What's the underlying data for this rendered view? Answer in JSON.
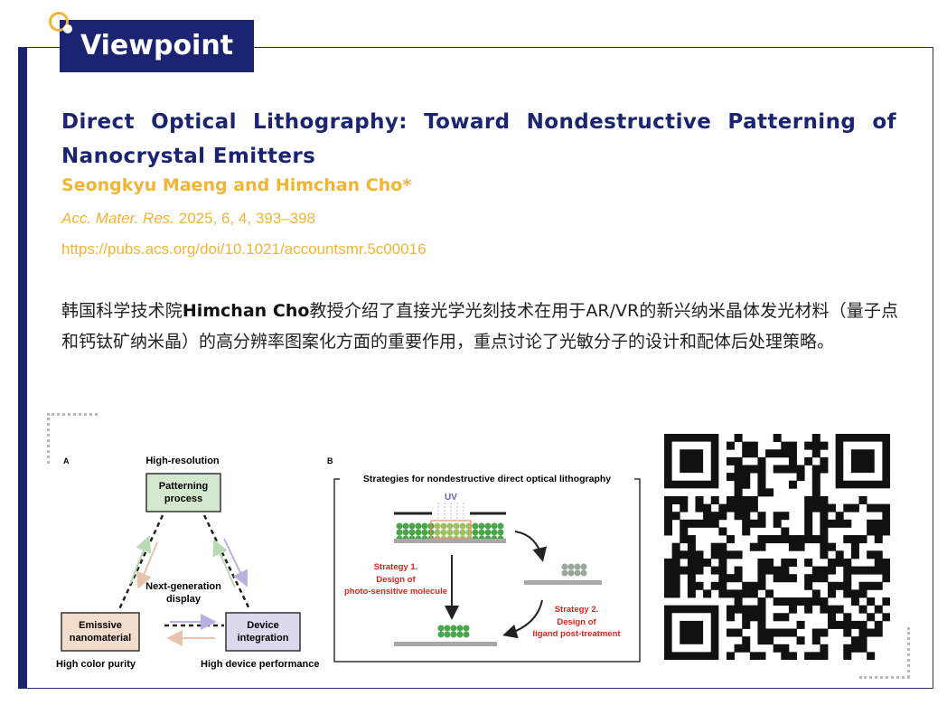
{
  "header": {
    "tag_label": "Viewpoint"
  },
  "article": {
    "title": "Direct Optical Lithography: Toward Nondestructive Patterning of Nanocrystal Emitters",
    "authors": "Seongkyu Maeng and Himchan Cho*",
    "journal": "Acc. Mater. Res.",
    "citation_rest": "2025, 6, 4, 393–398",
    "doi": "https://pubs.acs.org/doi/10.1021/accountsmr.5c00016"
  },
  "summary": {
    "prefix": "韩国科学技术院",
    "name": "Himchan Cho",
    "text": "教授介绍了直接光学光刻技术在用于AR/VR的新兴纳米晶体发光材料（量子点和钙钛矿纳米晶）的高分辨率图案化方面的重要作用，重点讨论了光敏分子的设计和配体后处理策略。"
  },
  "figure": {
    "panel_a": {
      "label": "A",
      "top_caption": "High-resolution",
      "node_top": [
        "Patterning",
        "process"
      ],
      "node_left": [
        "Emissive",
        "nanomaterial"
      ],
      "node_right": [
        "Device",
        "integration"
      ],
      "center": [
        "Next-generation",
        "display"
      ],
      "bottom_left": "High color purity",
      "bottom_right": "High device performance"
    },
    "panel_b": {
      "label": "B",
      "title": "Strategies for nondestructive direct optical lithography",
      "uv": "UV",
      "strategy1": [
        "Strategy 1.",
        "Design of",
        "photo-sensitive molecule"
      ],
      "strategy2": [
        "Strategy 2.",
        "Design of",
        "ligand post-treatment"
      ]
    }
  },
  "colors": {
    "navy": "#1b2470",
    "gold": "#f2b533",
    "node_green": "#d3e8cf",
    "node_tan": "#f2dccb",
    "node_lilac": "#dcd8ee",
    "strategy_red": "#d9261c",
    "dot_green": "#49a64a"
  }
}
